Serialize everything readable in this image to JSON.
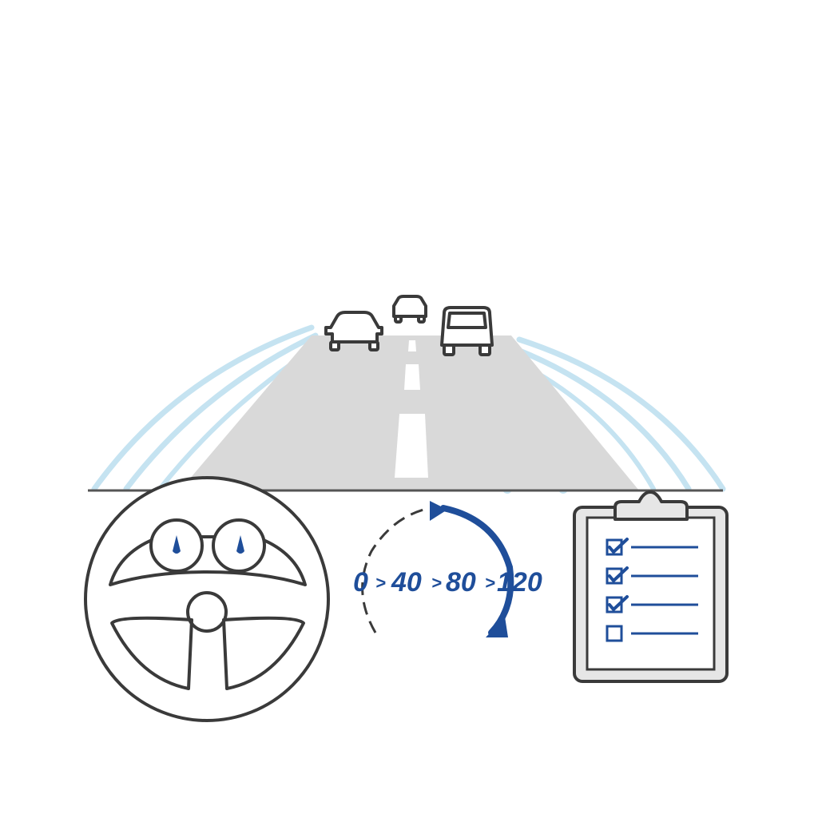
{
  "colors": {
    "background": "#ffffff",
    "road": "#d9d9d9",
    "lane_marking": "#ffffff",
    "motion_lines": "#c5e3f1",
    "outline": "#3a3a3a",
    "accent_blue": "#1f4e9a",
    "clipboard_gray": "#e6e6e6"
  },
  "icons": {
    "cars": [
      "car-icon",
      "car-icon",
      "car-icon"
    ],
    "steering": "steering-wheel-icon",
    "gauges": [
      "gauge-icon",
      "gauge-icon"
    ],
    "progression": "circular-arrow-icon",
    "checklist": "clipboard-checklist-icon"
  },
  "speed_sequence": {
    "values": [
      "0",
      "40",
      "80",
      "120"
    ],
    "separator": ">"
  },
  "checklist": {
    "items": [
      {
        "checked": true
      },
      {
        "checked": true
      },
      {
        "checked": true
      },
      {
        "checked": false
      }
    ]
  }
}
